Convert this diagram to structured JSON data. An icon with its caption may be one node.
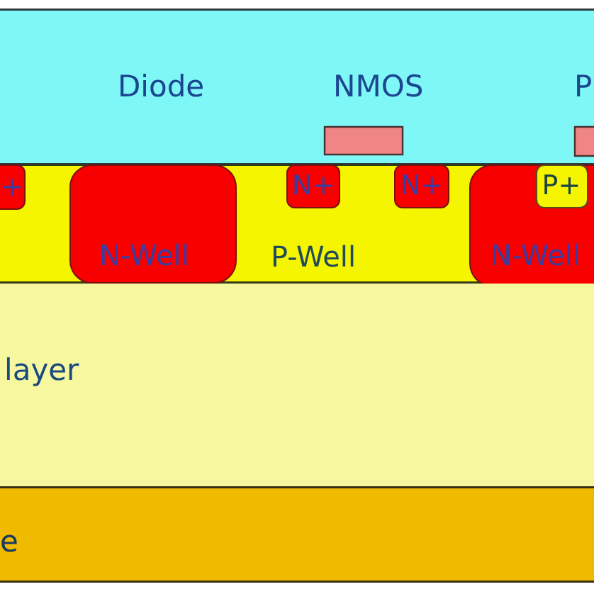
{
  "diagram": {
    "nodes": [
      {
        "text": [
          "Diode",
          "NMOS",
          "P"
        ]
      },
      {
        "text": [
          "P-Well"
        ]
      },
      {
        "text": [
          "+"
        ],
        "in": 1
      },
      {
        "text": [
          "N-Well"
        ],
        "in": 1
      },
      {
        "text": [
          "N+"
        ],
        "in": 1
      },
      {
        "text": [
          "N+"
        ],
        "in": 1
      },
      {
        "text": [
          "N-Well"
        ],
        "in": 1
      },
      {
        "text": [
          "P+"
        ],
        "in": 6
      },
      {
        "text": [
          "layer"
        ]
      },
      {
        "text": [
          "e"
        ]
      }
    ]
  }
}
